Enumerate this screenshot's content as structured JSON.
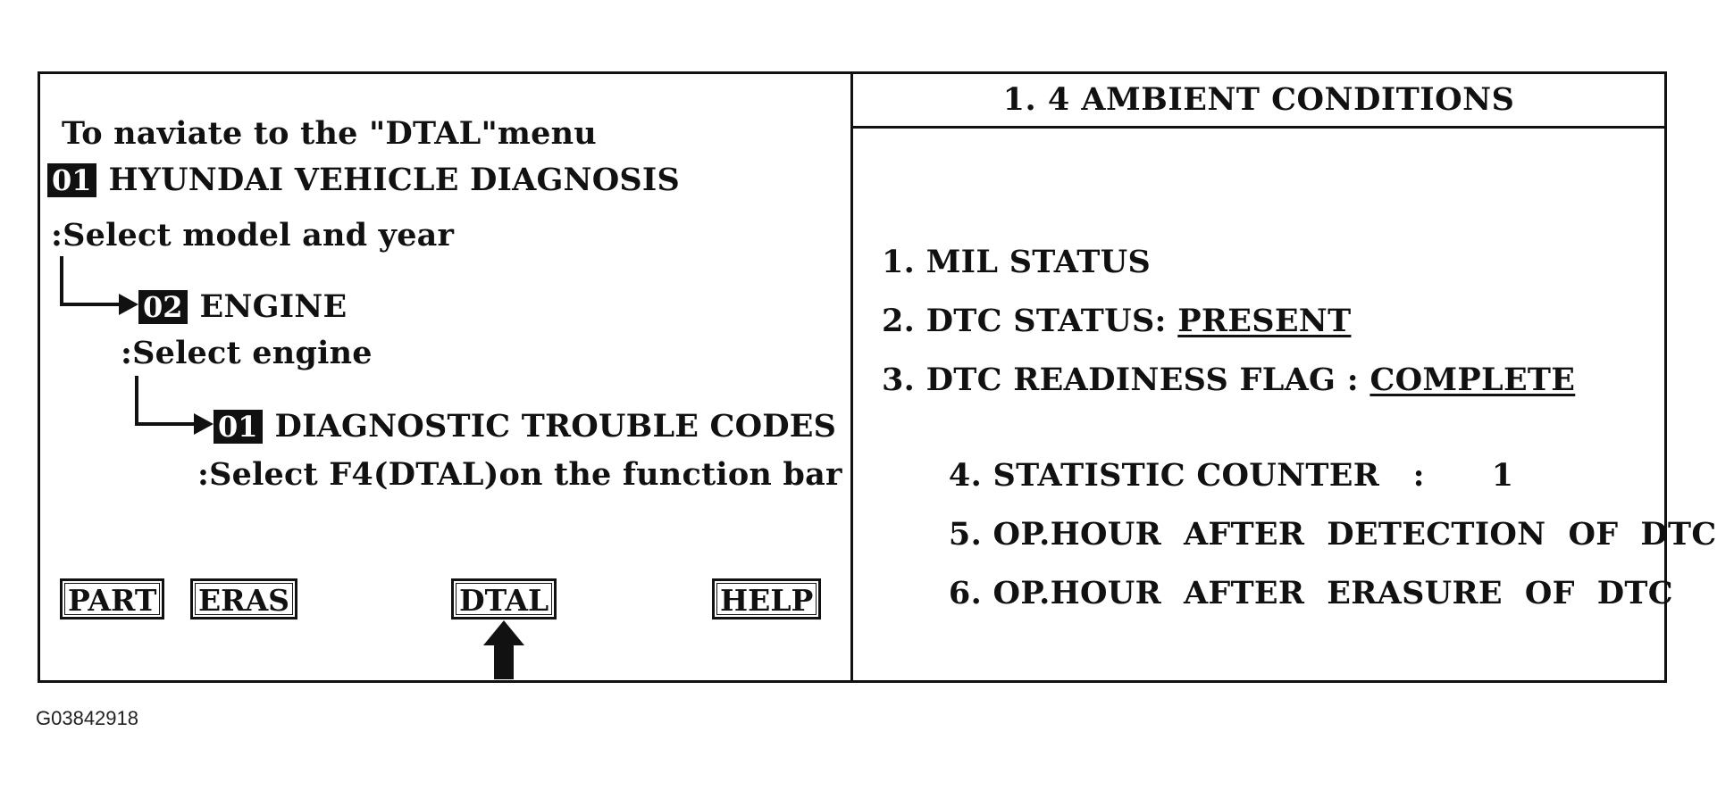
{
  "left": {
    "intro": "To naviate to the \"DTAL\"menu",
    "step1": {
      "badge": "01",
      "label": "HYUNDAI VEHICLE DIAGNOSIS",
      "instruction": ":Select model and year"
    },
    "step2": {
      "badge": "02",
      "label": "ENGINE",
      "instruction": ":Select engine"
    },
    "step3": {
      "badge": "01",
      "label": "DIAGNOSTIC TROUBLE CODES",
      "instruction": ":Select F4(DTAL)on the function bar"
    },
    "function_keys": [
      "PART",
      "ERAS",
      "DTAL",
      "HELP"
    ],
    "highlighted_key": "DTAL",
    "arrow_icon": "up-arrow-icon"
  },
  "right": {
    "header": "1. 4  AMBIENT   CONDITIONS",
    "items": [
      {
        "text": "1. MIL  STATUS",
        "value": ""
      },
      {
        "text": "2. DTC  STATUS: ",
        "value": "PRESENT"
      },
      {
        "text": "3. DTC READINESS FLAG  : ",
        "value": "COMPLETE"
      },
      {
        "text": "4. STATISTIC COUNTER   :      1",
        "value": ""
      },
      {
        "text": "5. OP.HOUR  AFTER  DETECTION  OF  DTC",
        "value": ""
      },
      {
        "text": "6. OP.HOUR  AFTER  ERASURE  OF  DTC",
        "value": ""
      }
    ]
  },
  "figure_id": "G03842918"
}
